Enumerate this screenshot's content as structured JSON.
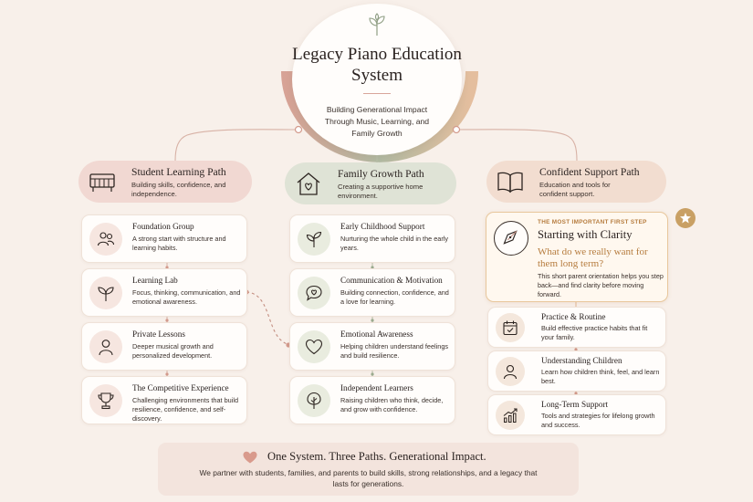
{
  "hub": {
    "title": "Legacy Piano Education System",
    "subtitle": "Building Generational Impact Through Music, Learning, and Family Growth"
  },
  "paths": [
    {
      "title": "Student Learning Path",
      "desc": "Building skills, confidence, and independence.",
      "icon": "piano-icon",
      "color": "#f1d8d2",
      "cards": [
        {
          "title": "Foundation Group",
          "desc": "A strong start with structure and learning habits.",
          "icon": "group-icon"
        },
        {
          "title": "Learning Lab",
          "desc": "Focus, thinking, communication, and emotional awareness.",
          "icon": "sprout-icon"
        },
        {
          "title": "Private Lessons",
          "desc": "Deeper musical growth and personalized development.",
          "icon": "person-icon"
        },
        {
          "title": "The Competitive Experience",
          "desc": "Challenging environments that build resilience, confidence, and self-discovery.",
          "icon": "trophy-icon"
        }
      ]
    },
    {
      "title": "Family Growth Path",
      "desc": "Creating a supportive home environment.",
      "icon": "home-heart-icon",
      "color": "#dfe3d6",
      "cards": [
        {
          "title": "Early Childhood Support",
          "desc": "Nurturing the whole child in the early years.",
          "icon": "sprout-icon"
        },
        {
          "title": "Communication & Motivation",
          "desc": "Building connection, confidence, and a love for learning.",
          "icon": "chat-heart-icon"
        },
        {
          "title": "Emotional Awareness",
          "desc": "Helping children understand feelings and build resilience.",
          "icon": "heart-icon"
        },
        {
          "title": "Independent Learners",
          "desc": "Raising children who think, decide, and grow with confidence.",
          "icon": "tree-icon"
        }
      ]
    },
    {
      "title": "Confident Support Path",
      "desc": "Education and tools for confident support.",
      "icon": "book-icon",
      "color": "#f2ddd0",
      "featured": {
        "kicker": "THE MOST IMPORTANT FIRST STEP",
        "title": "Starting with Clarity",
        "question": "What do we really want for them long term?",
        "desc": "This short parent orientation helps you step back—and find clarity before moving forward.",
        "icon": "compass-icon"
      },
      "cards": [
        {
          "title": "Practice & Routine",
          "desc": "Build effective practice habits that fit your family.",
          "icon": "calendar-check-icon"
        },
        {
          "title": "Understanding Children",
          "desc": "Learn how children think, feel, and learn best.",
          "icon": "person-icon"
        },
        {
          "title": "Long-Term Support",
          "desc": "Tools and strategies for lifelong growth and success.",
          "icon": "growth-chart-icon"
        }
      ]
    }
  ],
  "footer": {
    "title": "One System. Three Paths. Generational Impact.",
    "desc": "We partner with students, families, and parents to build skills, strong relationships, and a legacy that lasts for generations."
  },
  "colors": {
    "accent_rose": "#d39a8c",
    "accent_sage": "#9aaa8e",
    "accent_gold": "#c9a064",
    "background": "#f8f0ea"
  }
}
